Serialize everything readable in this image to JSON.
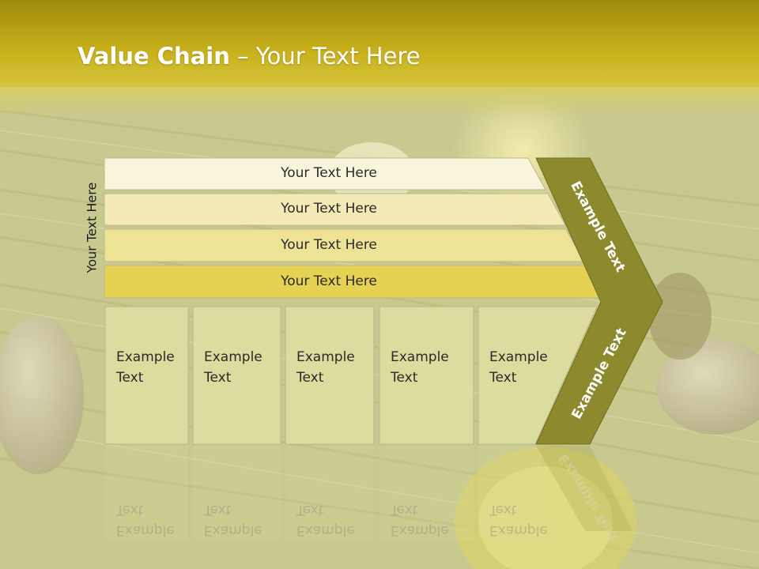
{
  "slide": {
    "title_bold": "Value Chain",
    "title_rest": " – Your Text Here",
    "side_label": "Your Text Here"
  },
  "bars": [
    {
      "label": "Your Text Here",
      "color": "#f9f5dc"
    },
    {
      "label": "Your Text Here",
      "color": "#f3eab5"
    },
    {
      "label": "Your Text Here",
      "color": "#eee295"
    },
    {
      "label": "Your Text Here",
      "color": "#e5d152"
    }
  ],
  "boxes": [
    {
      "line1": "Example",
      "line2": "Text"
    },
    {
      "line1": "Example",
      "line2": "Text"
    },
    {
      "line1": "Example",
      "line2": "Text"
    },
    {
      "line1": "Example",
      "line2": "Text"
    },
    {
      "line1": "Example",
      "line2": "Text"
    }
  ],
  "chevron": {
    "upper_label": "Example Text",
    "lower_label": "Example Text",
    "color": "#8c8a2c"
  },
  "colors": {
    "header": "#c9b20f",
    "box_fill": "#dcdc9e"
  }
}
